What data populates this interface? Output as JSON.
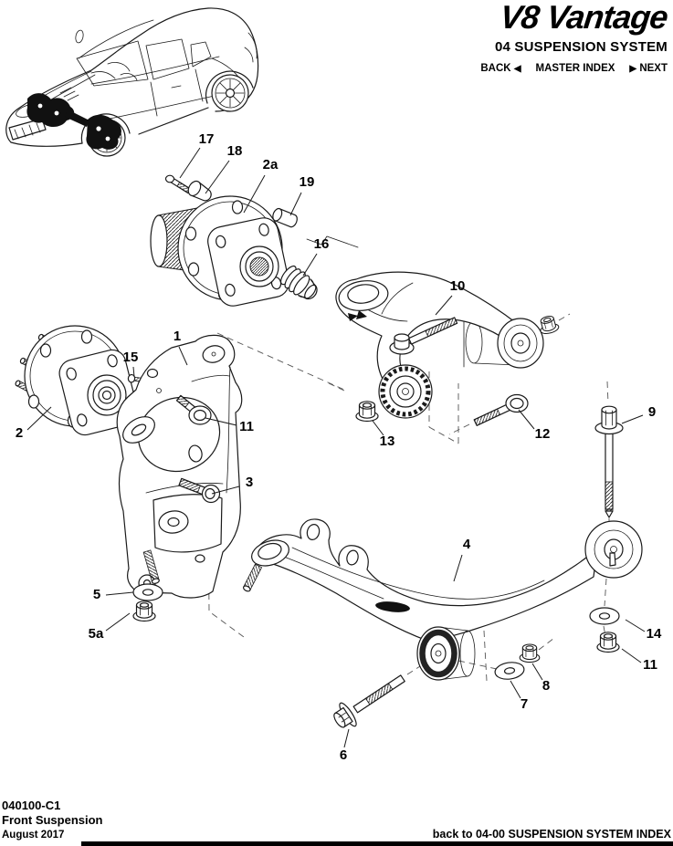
{
  "header": {
    "logo": "V8 Vantage",
    "title": "04 SUSPENSION SYSTEM",
    "nav": {
      "back": "BACK",
      "back_arrow": "◀",
      "master_index": "MASTER INDEX",
      "next_arrow": "▶",
      "next": "NEXT"
    }
  },
  "diagram": {
    "callouts": [
      {
        "label": "17"
      },
      {
        "label": "18"
      },
      {
        "label": "2a"
      },
      {
        "label": "19"
      },
      {
        "label": "16"
      },
      {
        "label": "10"
      },
      {
        "label": "1"
      },
      {
        "label": "15"
      },
      {
        "label": "2"
      },
      {
        "label": "11"
      },
      {
        "label": "13"
      },
      {
        "label": "12"
      },
      {
        "label": "9"
      },
      {
        "label": "3"
      },
      {
        "label": "4"
      },
      {
        "label": "5"
      },
      {
        "label": "5a"
      },
      {
        "label": "14"
      },
      {
        "label": "11"
      },
      {
        "label": "8"
      },
      {
        "label": "7"
      },
      {
        "label": "6"
      }
    ]
  },
  "footer": {
    "doc_code": "040100-C1",
    "doc_title": "Front Suspension",
    "date": "August 2017",
    "back_link": "back to 04-00 SUSPENSION SYSTEM INDEX"
  },
  "colors": {
    "line": "#1a1a1a",
    "bar": "#000000"
  }
}
